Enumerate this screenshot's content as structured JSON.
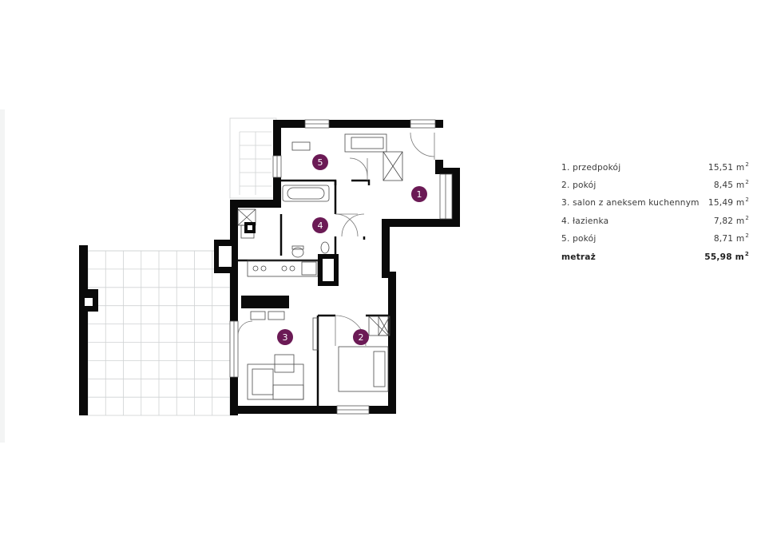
{
  "colors": {
    "wall": "#0a0a0a",
    "accent": "#6b1a55",
    "grid": "#cfd2d3",
    "furniture": "#4a4a4a"
  },
  "rooms": [
    {
      "number": "1",
      "label": "1. przedpokój",
      "area": "15,51",
      "unit": "m",
      "exp": "2"
    },
    {
      "number": "2",
      "label": "2. pokój",
      "area": "8,45",
      "unit": "m",
      "exp": "2"
    },
    {
      "number": "3",
      "label": "3. salon z aneksem kuchennym",
      "area": "15,49",
      "unit": "m",
      "exp": "2"
    },
    {
      "number": "4",
      "label": "4. łazienka",
      "area": "7,82",
      "unit": "m",
      "exp": "2"
    },
    {
      "number": "5",
      "label": "5. pokój",
      "area": "8,71",
      "unit": "m",
      "exp": "2"
    }
  ],
  "total": {
    "label": "metraż",
    "area": "55,98",
    "unit": "m",
    "exp": "2"
  }
}
